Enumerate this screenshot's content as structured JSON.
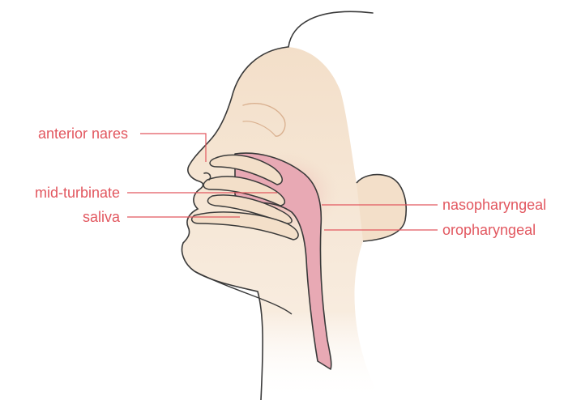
{
  "colors": {
    "skin": "#f3dfc9",
    "outline": "#3a3a3a",
    "airway": "#e8a9b4",
    "airway_light": "#f4cdd3",
    "mouth_inner": "#f6e3d7",
    "label": "#e2575f",
    "leader_line": "#e2575f",
    "eyebrow": "#d9b08f"
  },
  "labels": {
    "anterior_nares": "anterior nares",
    "mid_turbinate": "mid-turbinate",
    "saliva": "saliva",
    "nasopharyngeal": "nasopharyngeal",
    "oropharyngeal": "oropharyngeal"
  }
}
